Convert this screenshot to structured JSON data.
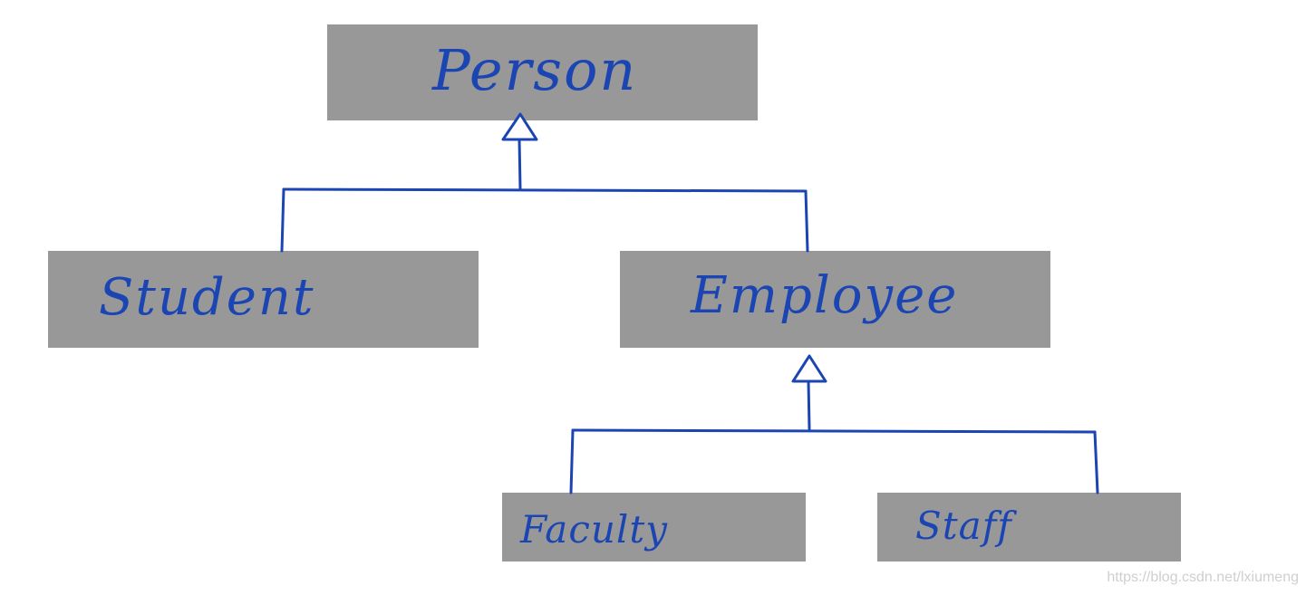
{
  "diagram": {
    "classes": {
      "person": "Person",
      "student": "Student",
      "employee": "Employee",
      "faculty": "Faculty",
      "staff": "Staff"
    },
    "relationships": [
      {
        "type": "generalization",
        "child": "Student",
        "parent": "Person"
      },
      {
        "type": "generalization",
        "child": "Employee",
        "parent": "Person"
      },
      {
        "type": "generalization",
        "child": "Faculty",
        "parent": "Employee"
      },
      {
        "type": "generalization",
        "child": "Staff",
        "parent": "Employee"
      }
    ],
    "colors": {
      "box_fill": "#989898",
      "ink": "#1c45b4",
      "background": "#ffffff"
    }
  },
  "watermark": "https://blog.csdn.net/lxiumeng"
}
